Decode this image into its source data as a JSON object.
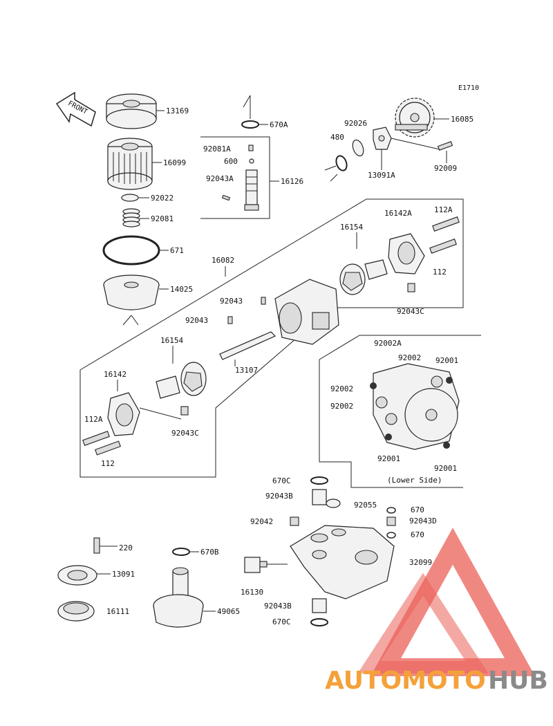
{
  "diagram": {
    "code": "E1710",
    "front_label": "FRONT",
    "lower_side_label": "(Lower Side)",
    "labels": {
      "p13169": "13169",
      "p16099": "16099",
      "p92022": "92022",
      "p92081": "92081",
      "p671": "671",
      "p14025": "14025",
      "p670A": "670A",
      "p92081A": "92081A",
      "p600": "600",
      "p92043A": "92043A",
      "p16126": "16126",
      "p92026": "92026",
      "p480": "480",
      "p13091A": "13091A",
      "p16085": "16085",
      "p92009": "92009",
      "p16142A": "16142A",
      "p112A_top": "112A",
      "p16154_top": "16154",
      "p16082": "16082",
      "p112_top": "112",
      "p92043_1": "92043",
      "p92043_2": "92043",
      "p92043C_top": "92043C",
      "p16154_left": "16154",
      "p13107": "13107",
      "p16142": "16142",
      "p112A_left": "112A",
      "p112_left": "112",
      "p92043C_left": "92043C",
      "p92002A": "92002A",
      "p92002_a": "92002",
      "p92001_a": "92001",
      "p92002_b": "92002",
      "p92002_c": "92002",
      "p92001_b": "92001",
      "p92001_c": "92001",
      "p670C_top": "670C",
      "p92043B_top": "92043B",
      "p92055": "92055",
      "p670_a": "670",
      "p92042": "92042",
      "p92043D": "92043D",
      "p670_b": "670",
      "p32099": "32099",
      "p220": "220",
      "p670B": "670B",
      "p13091": "13091",
      "p16130": "16130",
      "p16111": "16111",
      "p49065": "49065",
      "p92043B_bot": "92043B",
      "p670C_bot": "670C"
    }
  },
  "watermark": {
    "brand_part1": "AUTOMOTO",
    "brand_part2": "HUB",
    "color_orange": "#f4a13a",
    "color_gray": "#8a8a8a",
    "color_red": "#e8453c"
  }
}
